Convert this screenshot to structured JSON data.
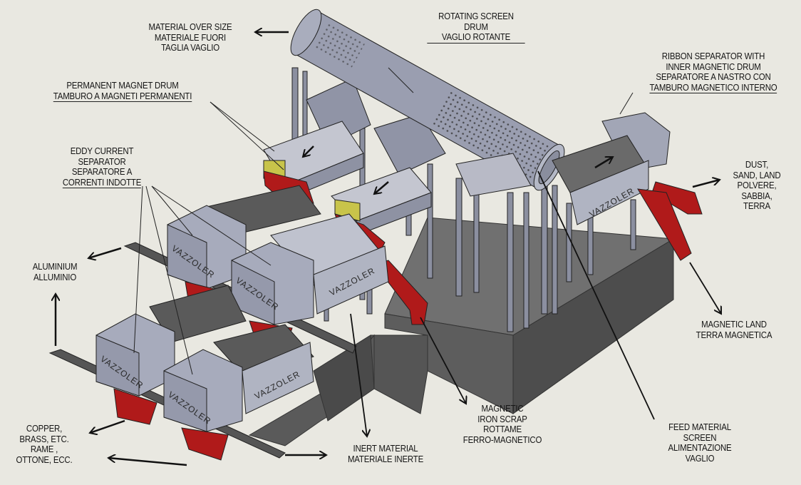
{
  "brand": "VAZZOLER",
  "colors": {
    "background": "#e9e8e1",
    "machine": "#9fa3b4",
    "concrete": "#5e5e5e",
    "chute": "#b01a1a"
  },
  "labels": {
    "oversize": [
      "MATERIAL OVER SIZE",
      "MATERIALE FUORI",
      "TAGLIA VAGLIO"
    ],
    "rotating_screen": [
      "ROTATING SCREEN",
      "DRUM",
      "VAGLIO ROTANTE"
    ],
    "ribbon_separator": [
      "RIBBON SEPARATOR WITH",
      "INNER MAGNETIC DRUM",
      "SEPARATORE A NASTRO CON",
      "TAMBURO MAGNETICO INTERNO"
    ],
    "permanent_magnet": [
      "PERMANENT MAGNET DRUM",
      "TAMBURO A MAGNETI PERMANENTI"
    ],
    "eddy_current": [
      "EDDY CURRENT",
      "SEPARATOR",
      "SEPARATORE A",
      "CORRENTI INDOTTE"
    ],
    "dust": [
      "DUST,",
      "SAND, LAND",
      "POLVERE,",
      "SABBIA,",
      "TERRA"
    ],
    "aluminium": [
      "ALUMINIUM",
      "ALLUMINIO"
    ],
    "magnetic_land": [
      "MAGNETIC LAND",
      "TERRA MAGNETICA"
    ],
    "copper": [
      "COPPER,",
      "BRASS, ETC.",
      "RAME ,",
      "OTTONE, ECC."
    ],
    "inert": [
      "INERT MATERIAL",
      "MATERIALE INERTE"
    ],
    "magnetic_iron": [
      "MAGNETIC",
      "IRON SCRAP",
      "ROTTAME",
      "FERRO-MAGNETICO"
    ],
    "feed_material": [
      "FEED MATERIAL",
      "SCREEN",
      "ALIMENTAZIONE",
      "VAGLIO"
    ]
  }
}
